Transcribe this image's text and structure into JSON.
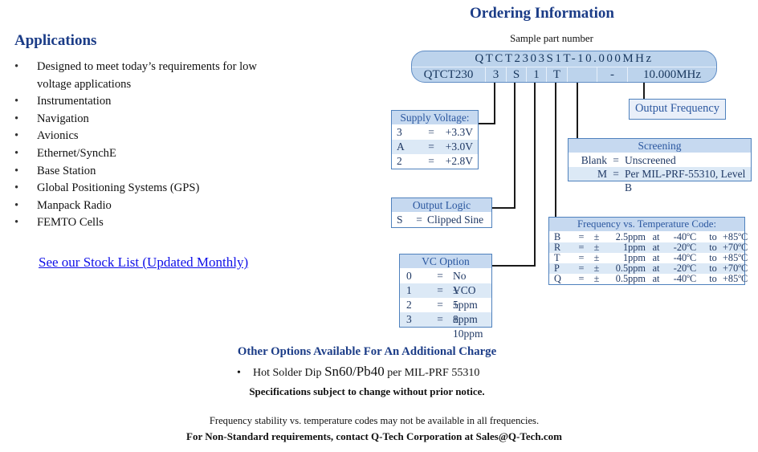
{
  "colors": {
    "accent_blue": "#1b3c87",
    "table_border": "#4f81bd",
    "header_fill": "#c6d9f0",
    "alt_row_fill": "#dce9f6",
    "part_box_fill": "#bcd3ec",
    "link_blue": "#0f0fe8"
  },
  "bullet": "•",
  "applications": {
    "title": "Applications",
    "items": [
      "Designed to meet today’s requirements for low voltage applications",
      "Instrumentation",
      "Navigation",
      "Avionics",
      "Ethernet/SynchE",
      "Base Station",
      "Global Positioning Systems (GPS)",
      "Manpack Radio",
      "FEMTO Cells"
    ],
    "stock_link": "See our Stock List (Updated Monthly)"
  },
  "ordering": {
    "title": "Ordering Information",
    "sample_label": "Sample part number",
    "part_full": "QTCT2303S1T-10.000MHz",
    "cells": {
      "base": "QTCT230",
      "supply": "3",
      "logic": "S",
      "vc": "1",
      "temp": "T",
      "screening": "",
      "dash": "-",
      "freq": "10.000MHz"
    },
    "output_frequency_label": "Output Frequency",
    "eq": "=",
    "pm": "±",
    "at": "at",
    "to": "to",
    "tables": {
      "supply_voltage": {
        "header": "Supply Voltage:",
        "rows": [
          {
            "code": "3",
            "value": "+3.3V"
          },
          {
            "code": "A",
            "value": "+3.0V"
          },
          {
            "code": "2",
            "value": "+2.8V"
          }
        ]
      },
      "output_logic": {
        "header": "Output Logic",
        "rows": [
          {
            "code": "S",
            "value": "Clipped Sine"
          }
        ]
      },
      "vc_option": {
        "header": "VC Option",
        "rows": [
          {
            "code": "0",
            "value": "No VCO"
          },
          {
            "code": "1",
            "value": "± 5ppm"
          },
          {
            "code": "2",
            "value": "± 8ppm"
          },
          {
            "code": "3",
            "value": "± 10ppm"
          }
        ]
      },
      "screening": {
        "header": "Screening",
        "rows": [
          {
            "code": "Blank",
            "value": "Unscreened"
          },
          {
            "code": "M",
            "value": "Per MIL-PRF-55310, Level B"
          }
        ]
      },
      "freq_temp": {
        "header": "Frequency vs. Temperature Code:",
        "rows": [
          {
            "code": "B",
            "ppm": "2.5ppm",
            "t_from": "-40ºC",
            "t_to": "+85ºC"
          },
          {
            "code": "R",
            "ppm": "1ppm",
            "t_from": "-20ºC",
            "t_to": "+70ºC"
          },
          {
            "code": "T",
            "ppm": "1ppm",
            "t_from": "-40ºC",
            "t_to": "+85ºC"
          },
          {
            "code": "P",
            "ppm": "0.5ppm",
            "t_from": "-20ºC",
            "t_to": "+70ºC"
          },
          {
            "code": "Q",
            "ppm": "0.5ppm",
            "t_from": "-40ºC",
            "t_to": "+85ºC"
          }
        ]
      }
    }
  },
  "other_options": {
    "heading": "Other Options Available For An Additional Charge",
    "bullet_prefix": "Hot Solder Dip ",
    "bullet_big": "Sn60/Pb40",
    "bullet_suffix": " per MIL-PRF 55310",
    "note": "Specifications subject to change without prior notice."
  },
  "footer": {
    "line1": "Frequency stability vs. temperature codes may not be available in all frequencies.",
    "line2": "For Non-Standard requirements, contact Q-Tech Corporation at Sales@Q-Tech.com"
  }
}
